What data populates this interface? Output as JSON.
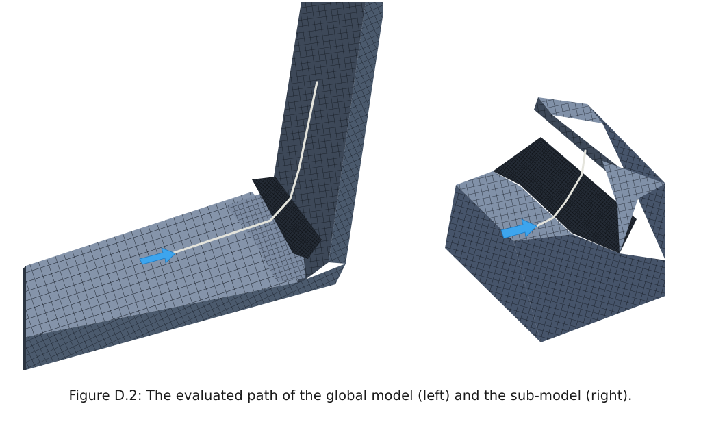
{
  "figure": {
    "caption": "Figure D.2: The evaluated path of the global model (left) and the sub-model (right).",
    "colors": {
      "mesh_top": "#8594aa",
      "mesh_side": "#414e5f",
      "mesh_dark": "#2c3644",
      "mesh_lines": "#0f141b",
      "path_line": "#e4e4dc",
      "arrow": "#3da5ee"
    },
    "panels": [
      {
        "id": "global-model",
        "position": "left",
        "arrow_icon": "direction-arrow-icon"
      },
      {
        "id": "sub-model",
        "position": "right",
        "arrow_icon": "direction-arrow-icon"
      }
    ]
  }
}
